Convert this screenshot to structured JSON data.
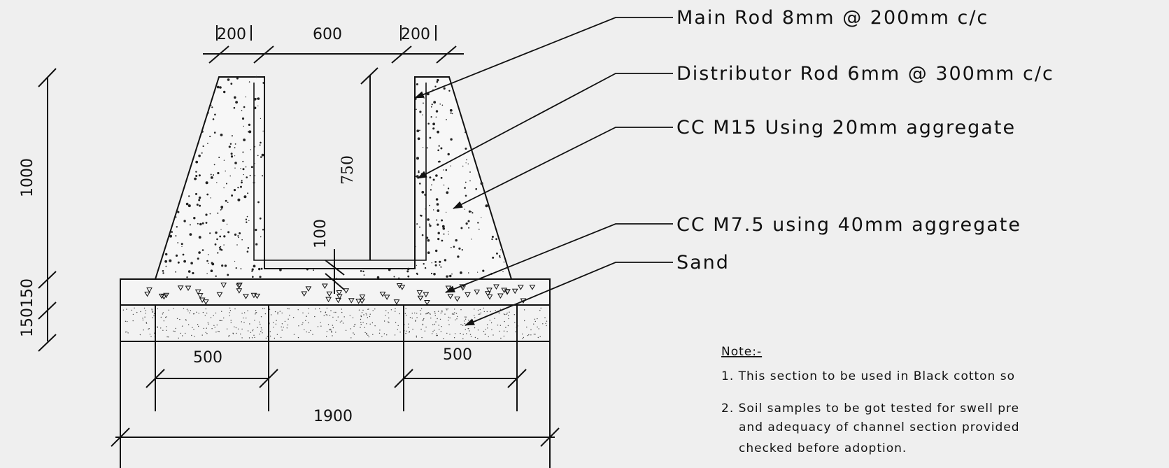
{
  "dimensions": {
    "top_wall_left": "200",
    "top_opening": "600",
    "top_wall_right": "200",
    "total_height": "1000",
    "base_layer_1": "150",
    "base_layer_2": "150",
    "inner_depth": "750",
    "bottom_thickness": "100",
    "bottom_left": "500",
    "bottom_right": "500",
    "base_width": "1900"
  },
  "labels": [
    "Main Rod 8mm @ 200mm c/c",
    "Distributor Rod 6mm @ 300mm c/c",
    "CC M15 Using 20mm aggregate",
    "CC M7.5 using 40mm aggregate",
    "Sand"
  ],
  "notes": {
    "heading": "Note:-",
    "items": [
      "1. This section to be used in Black cotton so",
      "2. Soil samples to be got tested for swell pre",
      "and adequacy of channel section provided",
      "checked before adoption."
    ]
  },
  "colors": {
    "ink": "#111111",
    "paper": "#efefef"
  }
}
